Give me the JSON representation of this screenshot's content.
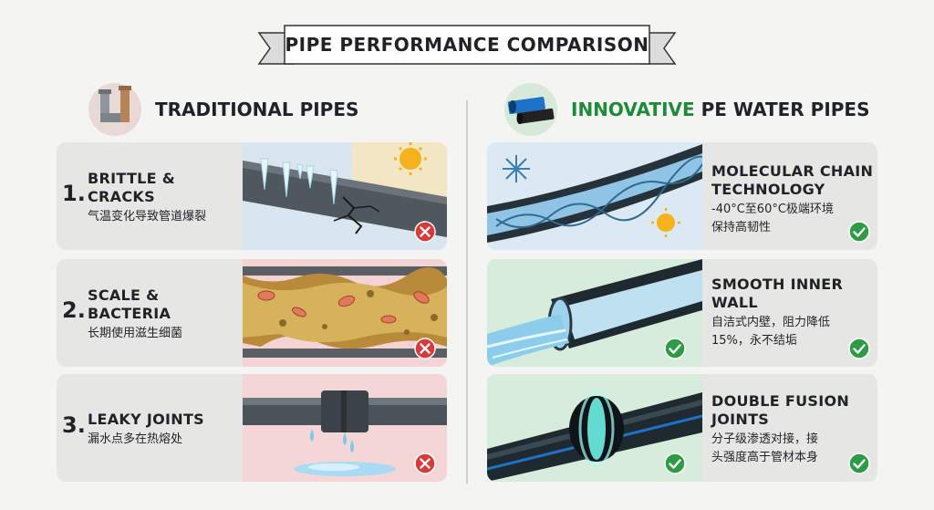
{
  "title": "PIPE PERFORMANCE COMPARISON",
  "left_column": {
    "title": "TRADITIONAL PIPES",
    "items": [
      {
        "number": "1.",
        "heading_lines": [
          "BRITTLE &",
          "CRACKS"
        ],
        "caption": "气温变化导致管道爆裂"
      },
      {
        "number": "2.",
        "heading_lines": [
          "SCALE &",
          "BACTERIA"
        ],
        "caption": "长期使用滋生细菌"
      },
      {
        "number": "3.",
        "heading_lines": [
          "LEAKY JOINTS"
        ],
        "caption": "漏水点多在热熔处"
      }
    ]
  },
  "right_column": {
    "title_highlight": "INNOVATIVE",
    "title_rest": " PE WATER PIPES",
    "items": [
      {
        "heading_lines": [
          "MOLECULAR CHAIN",
          "TECHNOLOGY"
        ],
        "caption_lines": [
          "-40°C至60°C极端环境",
          "保持高韧性"
        ]
      },
      {
        "heading_lines": [
          "SMOOTH INNER",
          "WALL"
        ],
        "caption_lines": [
          "自洁式内壁，阻力降低",
          "15%，永不结垢"
        ]
      },
      {
        "heading_lines": [
          "DOUBLE FUSION",
          "JOINTS"
        ],
        "caption_lines": [
          "分子级渗透对接，接",
          "头强度高于管材本身"
        ]
      }
    ]
  },
  "colors": {
    "fail": "#d83a3a",
    "pass": "#2e9c46",
    "accent_green": "#1f8a3a"
  }
}
